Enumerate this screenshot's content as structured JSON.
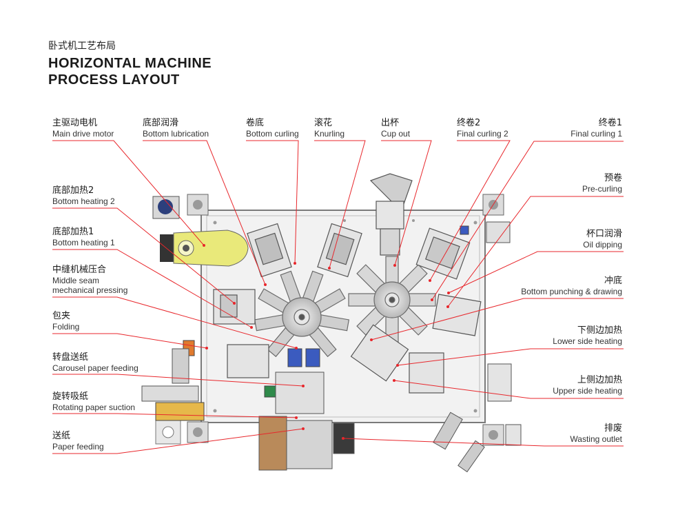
{
  "header": {
    "title_cn": "卧式机工艺布局",
    "title_en_line1": "HORIZONTAL MACHINE",
    "title_en_line2": "PROCESS LAYOUT"
  },
  "labels": {
    "main_drive_motor": {
      "cn": "主驱动电机",
      "en": "Main drive motor"
    },
    "bottom_lubrication": {
      "cn": "底部润滑",
      "en": "Bottom lubrication"
    },
    "bottom_curling": {
      "cn": "卷底",
      "en": "Bottom curling"
    },
    "knurling": {
      "cn": "滚花",
      "en": "Knurling"
    },
    "cup_out": {
      "cn": "出杯",
      "en": "Cup out"
    },
    "final_curling_2": {
      "cn": "终卷2",
      "en": "Final curling 2"
    },
    "final_curling_1": {
      "cn": "终卷1",
      "en": "Final curling 1"
    },
    "bottom_heating_2": {
      "cn": "底部加热2",
      "en": "Bottom heating 2"
    },
    "bottom_heating_1": {
      "cn": "底部加热1",
      "en": "Bottom heating 1"
    },
    "middle_seam": {
      "cn": "中缝机械压合",
      "en1": "Middle seam",
      "en2": "mechanical pressing"
    },
    "folding": {
      "cn": "包夹",
      "en": "Folding"
    },
    "carousel_paper_feeding": {
      "cn": "转盘送纸",
      "en": "Carousel paper feeding"
    },
    "rotating_paper_suction": {
      "cn": "旋转吸纸",
      "en": "Rotating paper suction"
    },
    "paper_feeding": {
      "cn": "送纸",
      "en": "Paper feeding"
    },
    "pre_curling": {
      "cn": "预卷",
      "en": "Pre-curling"
    },
    "oil_dipping": {
      "cn": "杯口润滑",
      "en": "Oil dipping"
    },
    "bottom_punching": {
      "cn": "冲底",
      "en": "Bottom punching & drawing"
    },
    "lower_side_heating": {
      "cn": "下侧边加热",
      "en": "Lower side heating"
    },
    "upper_side_heating": {
      "cn": "上侧边加热",
      "en": "Upper side heating"
    },
    "wasting_outlet": {
      "cn": "排废",
      "en": "Wasting outlet"
    }
  },
  "colors": {
    "leader": "#e8262b",
    "frame": "#8a8a8a",
    "motor": "#e9e97a",
    "blue": "#3b5bbf",
    "orange": "#e07a2e",
    "gold": "#e6b84a"
  }
}
